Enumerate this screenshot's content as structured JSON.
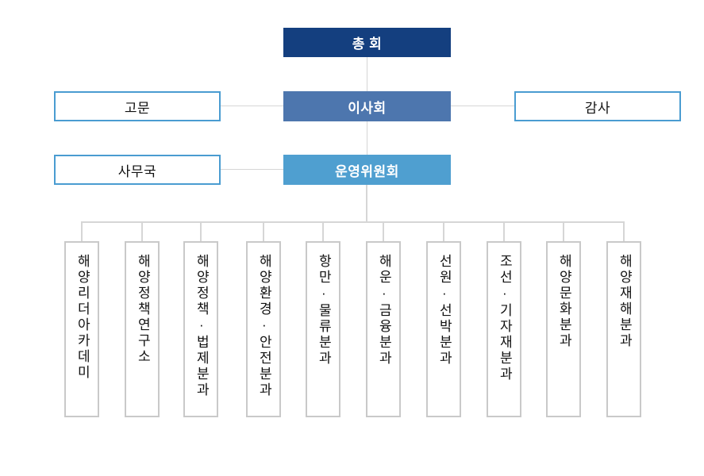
{
  "org": {
    "nodes": {
      "general_assembly": {
        "label": "총 회"
      },
      "board": {
        "label": "이사회"
      },
      "steering_committee": {
        "label": "운영위원회"
      },
      "advisor": {
        "label": "고문"
      },
      "auditor": {
        "label": "감사"
      },
      "secretariat": {
        "label": "사무국"
      }
    },
    "divisions": [
      {
        "label": "해양리더아카데미"
      },
      {
        "label": "해양정책연구소"
      },
      {
        "label": "해양정책·법제분과"
      },
      {
        "label": "해양환경·안전분과"
      },
      {
        "label": "항만·물류분과"
      },
      {
        "label": "해운·금융분과"
      },
      {
        "label": "선원·선박분과"
      },
      {
        "label": "조선·기자재분과"
      },
      {
        "label": "해양문화분과"
      },
      {
        "label": "해양재해분과"
      }
    ],
    "colors": {
      "level1_fill": "#143f7f",
      "level2_fill": "#4d76ae",
      "level3_fill": "#4f9fd0",
      "outlined_border": "#4a9cd1",
      "connector_line": "#d6d6d6",
      "division_border": "#c9c9c9",
      "text_dark": "#111111",
      "text_light": "#ffffff"
    }
  }
}
